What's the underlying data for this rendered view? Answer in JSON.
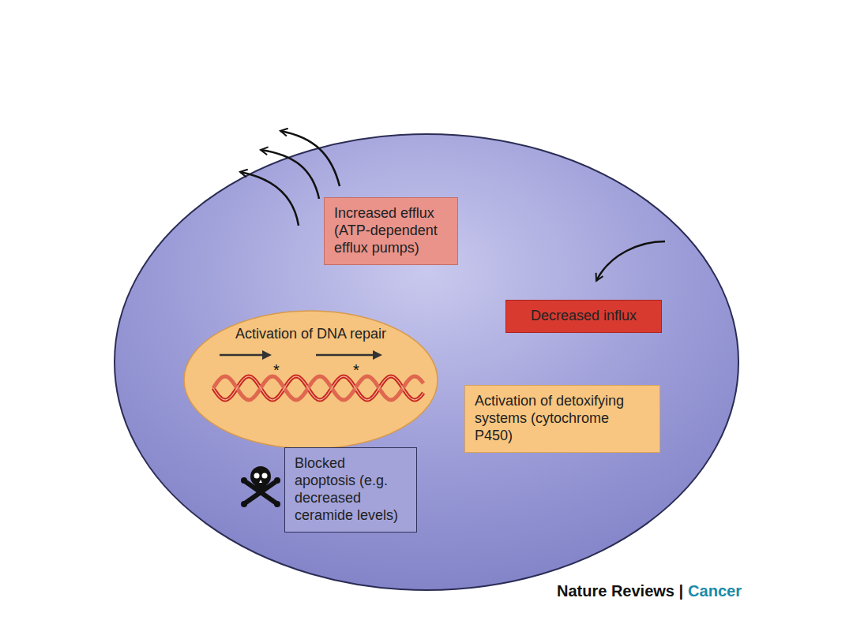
{
  "diagram": {
    "nodes": [
      {
        "text": [
          "Increased efflux (ATP-dependent efflux pumps)"
        ]
      },
      {
        "text": [
          "Decreased influx"
        ]
      },
      {
        "text": [
          "Activation of DNA repair"
        ]
      },
      {
        "text": [
          "Activation of detoxifying systems (cytochrome P450)"
        ]
      },
      {
        "text": [
          "Blocked apoptosis (e.g. decreased ceramide levels)"
        ]
      }
    ],
    "labels": [
      "*",
      "*",
      "Nature Reviews |",
      "Cancer"
    ]
  }
}
